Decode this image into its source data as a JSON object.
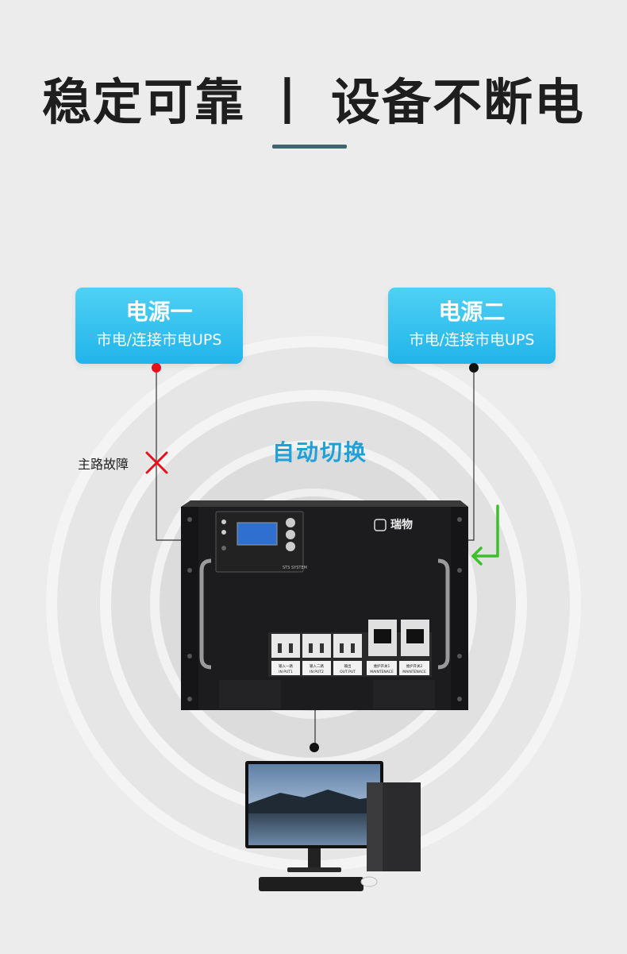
{
  "header": {
    "title_left": "稳定可靠",
    "separator": "丨",
    "title_right": "设备不断电",
    "accent": "#3d6670"
  },
  "source_one": {
    "title": "电源一",
    "subtitle": "市电/连接市电UPS",
    "dot_color": "#e8101a"
  },
  "source_two": {
    "title": "电源二",
    "subtitle": "市电/连接市电UPS",
    "dot_color": "#111111"
  },
  "fault": {
    "label": "主路故障",
    "mark_color": "#e8101a"
  },
  "switch": {
    "label": "自动切换",
    "color": "#1ea0d8",
    "arrow_color": "#3bbf2a"
  },
  "device": {
    "brand": "瑞物",
    "panel_text": "STS SYSTEM",
    "breakers": [
      {
        "label_cn": "输入一路",
        "label_en": "IN PUT1"
      },
      {
        "label_cn": "输入二路",
        "label_en": "IN PUT2"
      },
      {
        "label_cn": "输出",
        "label_en": "OUT PUT"
      },
      {
        "label_cn": "维护开关1",
        "label_en": "MAINTENACE"
      },
      {
        "label_cn": "维护开关2",
        "label_en": "MAINTENACE"
      }
    ]
  },
  "load": {
    "name": "computer"
  }
}
